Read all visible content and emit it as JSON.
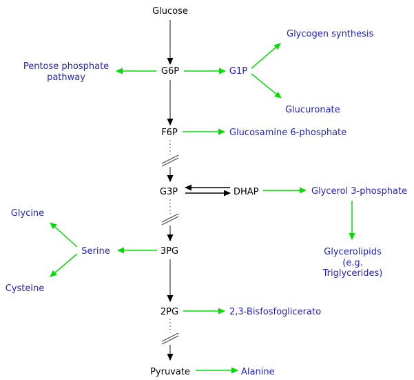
{
  "colors": {
    "background": "#ffffff",
    "main_text": "#000000",
    "branch_text": "#2222cc",
    "branch_arrow": "#00dd00",
    "main_arrow_line": "#7d7d7d",
    "main_arrow_head": "#000000",
    "reversible_arrow": "#000000",
    "dotted_line": "#999999",
    "break_slash": "#444444"
  },
  "nodes": {
    "glucose": "Glucose",
    "g6p": "G6P",
    "g1p": "G1P",
    "f6p": "F6P",
    "g3p": "G3P",
    "dhap": "DHAP",
    "pg3": "3PG",
    "pg2": "2PG",
    "pyruvate": "Pyruvate"
  },
  "branches": {
    "pentose_line1": "Pentose phosphate",
    "pentose_line2": "pathway",
    "glycogen_synthesis": "Glycogen synthesis",
    "glucuronate": "Glucuronate",
    "glucosamine_6_phosphate": "Glucosamine 6-phosphate",
    "glycerol_3_phosphate": "Glycerol 3-phosphate",
    "glycerolipids_line1": "Glycerolipids",
    "glycerolipids_line2": "(e.g.",
    "glycerolipids_line3": "Triglycerides)",
    "glycine": "Glycine",
    "serine": "Serine",
    "cysteine": "Cysteine",
    "bisphosphoglycerate": "2,3-Bisfosfoglicerato",
    "alanine": "Alanine"
  }
}
